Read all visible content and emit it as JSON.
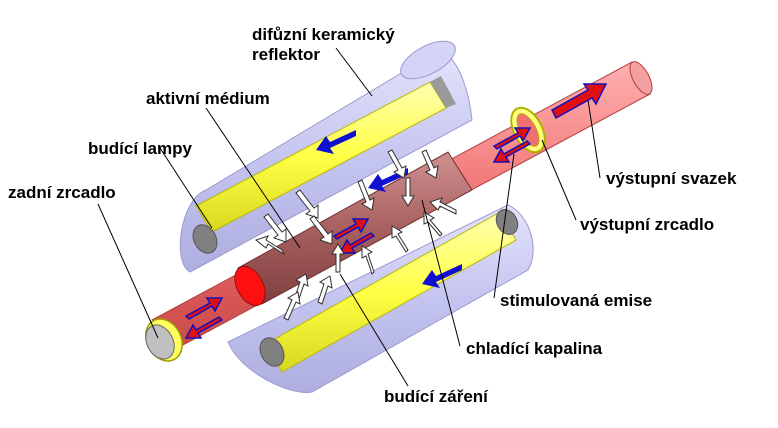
{
  "labels": {
    "reflector_line1": "difůzní keramický",
    "reflector_line2": "reflektor",
    "active_medium": "aktivní médium",
    "pump_lamps": "budící lampy",
    "rear_mirror": "zadní zrcadlo",
    "output_beam": "výstupní svazek",
    "output_mirror": "výstupní zrcadlo",
    "stimulated_emission": "stimulovaná emise",
    "coolant": "chladící kapalina",
    "pump_radiation": "budící záření"
  },
  "colors": {
    "reflector": "#c8c8f4",
    "reflector_edge": "#a8a8dc",
    "lamp": "#ffff44",
    "lamp_end": "#909090",
    "laser_tube": "#f07070",
    "active_rod": "#a86060",
    "rod_face": "#ff1010",
    "mirror_rim": "#ffff60",
    "mirror_face": "#c0c0c0",
    "emission_arrow": "#e01010",
    "pump_arrow_blue": "#1010d0",
    "radiation_arrow": "#ffffff"
  }
}
